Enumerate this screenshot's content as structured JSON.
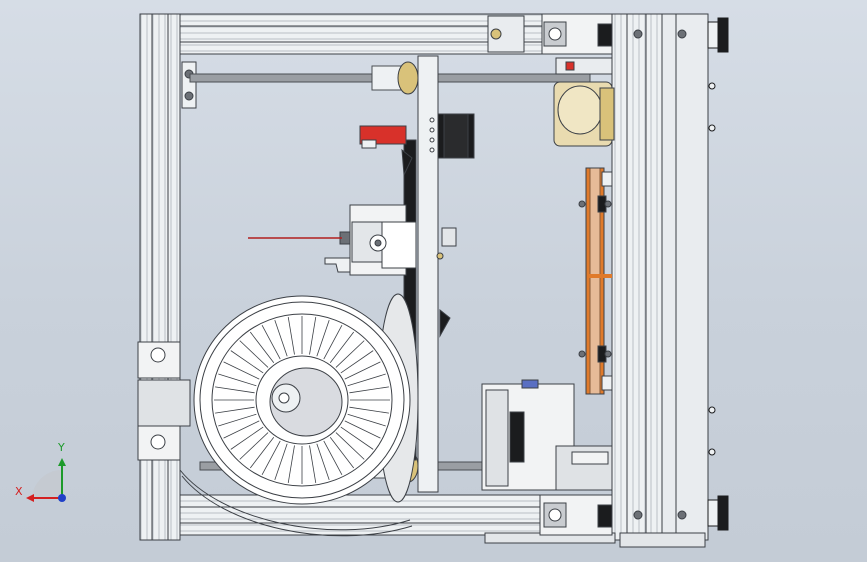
{
  "viewport": {
    "background_top": "#d6dde6",
    "background_bottom": "#c4ccd6",
    "model": "3d-printer-assembly-side-view"
  },
  "colors": {
    "frame": "#eef1f3",
    "frame_outline": "#3c4046",
    "rod": "#9a9ea3",
    "brass": "#d9c27a",
    "red_part": "#d8312a",
    "orange_part": "#e07a2a",
    "dark": "#1b1c1e",
    "laser_line": "#b21e1e",
    "axis_x": "#d42020",
    "axis_y": "#1c9a2a",
    "axis_z": "#2040c8"
  },
  "triad": {
    "x_label": "X",
    "y_label": "Y",
    "icon": "coordinate-triad-icon"
  }
}
